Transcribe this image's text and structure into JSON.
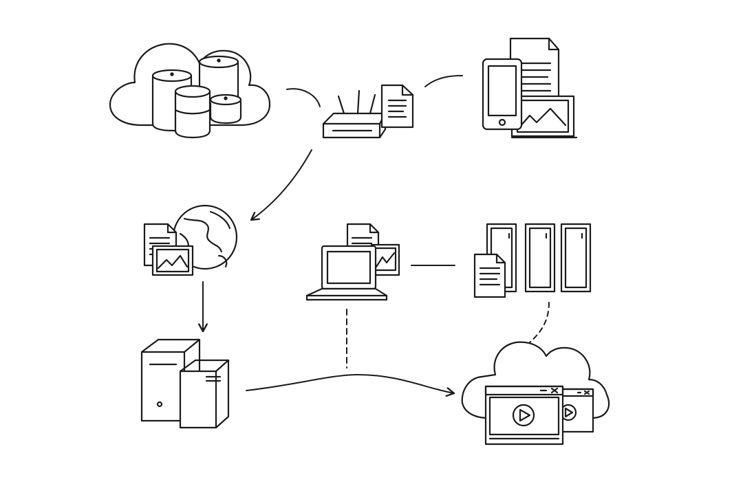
{
  "diagram": {
    "ink_color": "#1a1a1a",
    "paper_color": "#ffffff",
    "nodes": [
      {
        "id": "cloud-database",
        "icon": "cloud-database-icon"
      },
      {
        "id": "router",
        "icon": "router-icon"
      },
      {
        "id": "mobile-media",
        "icon": "mobile-media-icon"
      },
      {
        "id": "web-content",
        "icon": "globe-documents-icon"
      },
      {
        "id": "laptop",
        "icon": "laptop-icon"
      },
      {
        "id": "server-rack",
        "icon": "server-rack-icon"
      },
      {
        "id": "desktop-servers",
        "icon": "desktop-tower-icon"
      },
      {
        "id": "cloud-video",
        "icon": "cloud-video-icon"
      }
    ],
    "connections": [
      {
        "from": "cloud-database",
        "to": "router",
        "style": "curve"
      },
      {
        "from": "router",
        "to": "mobile-media",
        "style": "curve"
      },
      {
        "from": "router",
        "to": "web-content",
        "style": "arrow"
      },
      {
        "from": "web-content",
        "to": "desktop-servers",
        "style": "arrow"
      },
      {
        "from": "laptop",
        "to": "server-rack",
        "style": "line"
      },
      {
        "from": "laptop",
        "to": "desktop-cloud-link",
        "style": "dashed"
      },
      {
        "from": "server-rack",
        "to": "cloud-video",
        "style": "dashed"
      },
      {
        "from": "desktop-servers",
        "to": "cloud-video",
        "style": "arrow"
      }
    ]
  }
}
